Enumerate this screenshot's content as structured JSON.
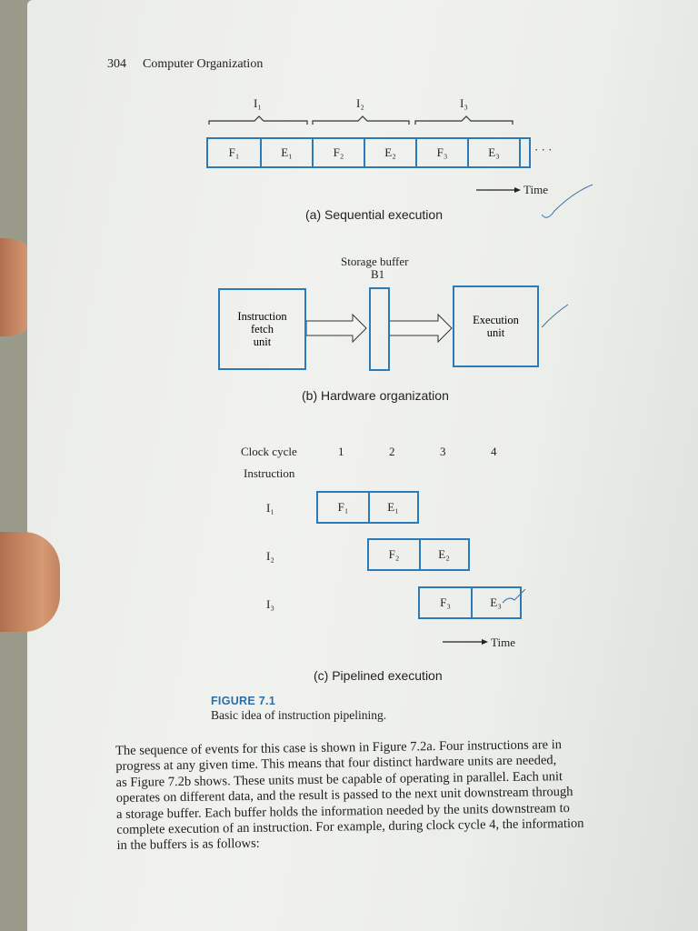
{
  "header": {
    "page_number": "304",
    "running_title": "Computer Organization"
  },
  "fig_a": {
    "instr_labels": [
      "I₁",
      "I₂",
      "I₃"
    ],
    "cells": [
      "F₁",
      "E₁",
      "F₂",
      "E₂",
      "F₃",
      "E₃"
    ],
    "ellipsis": "· · ·",
    "time_label": "Time",
    "caption": "(a) Sequential execution"
  },
  "fig_b": {
    "buffer_label_1": "Storage buffer",
    "buffer_label_2": "B1",
    "fetch_unit": [
      "Instruction",
      "fetch",
      "unit"
    ],
    "exec_unit": [
      "Execution",
      "unit"
    ],
    "caption": "(b) Hardware organization"
  },
  "fig_c": {
    "clock_label": "Clock cycle",
    "instruction_label": "Instruction",
    "cycles": [
      "1",
      "2",
      "3",
      "4"
    ],
    "rows": [
      {
        "label": "I₁",
        "cells": [
          "F₁",
          "E₁"
        ]
      },
      {
        "label": "I₂",
        "cells": [
          "F₂",
          "E₂"
        ]
      },
      {
        "label": "I₃",
        "cells": [
          "F₃",
          "E₃"
        ]
      }
    ],
    "time_label": "Time",
    "caption": "(c) Pipelined execution"
  },
  "figure": {
    "number": "FIGURE 7.1",
    "caption": "Basic idea of instruction pipelining."
  },
  "body_lines": [
    "The sequence of events for this case is shown in Figure 7.2a. Four instructions are in",
    "progress at any given time. This means that four distinct hardware units are needed,",
    "as Figure 7.2b shows. These units must be capable of operating in parallel. Each unit",
    "operates on different data, and the result is passed to the next unit downstream through",
    "a storage buffer. Each buffer holds the information needed by the units downstream to",
    "complete execution of an instruction. For example, during clock cycle 4, the information",
    "in the buffers is as follows:"
  ]
}
